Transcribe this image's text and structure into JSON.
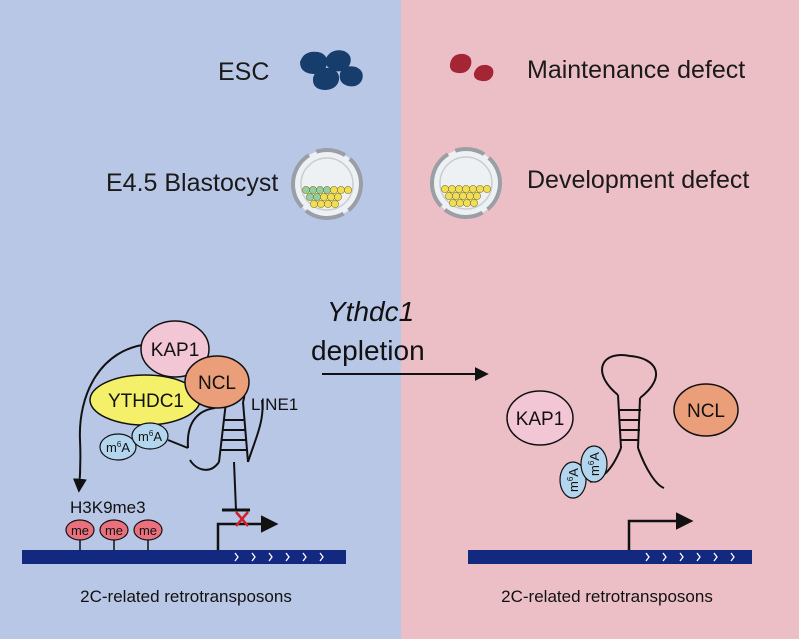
{
  "phenotypes": {
    "esc_label": "ESC",
    "blastocyst_label": "E4.5 Blastocyst",
    "maintenance_label": "Maintenance defect",
    "development_label": "Development defect"
  },
  "transition": {
    "gene": "Ythdc1",
    "action": "depletion"
  },
  "left_model": {
    "kap1": "KAP1",
    "ythdc1": "YTHDC1",
    "ncl": "NCL",
    "m6a_prefix": "m",
    "m6a_sup": "6",
    "m6a_suffix": "A",
    "line1": "LINE1",
    "h3k9me3": "H3K9me3",
    "me": "me",
    "locus": "2C-related retrotransposons"
  },
  "right_model": {
    "kap1": "KAP1",
    "ncl": "NCL",
    "locus": "2C-related retrotransposons"
  },
  "colors": {
    "left_bg": "#b9c7e6",
    "right_bg": "#ecbfc7",
    "esc_cells": "#173d6c",
    "defect_cells": "#a42634",
    "kap1": "#f3c6d6",
    "ythdc1": "#f4f06a",
    "ncl": "#ea9f7a",
    "m6a": "#b3d5ee",
    "me": "#e9707c",
    "dna": "#13287f"
  }
}
